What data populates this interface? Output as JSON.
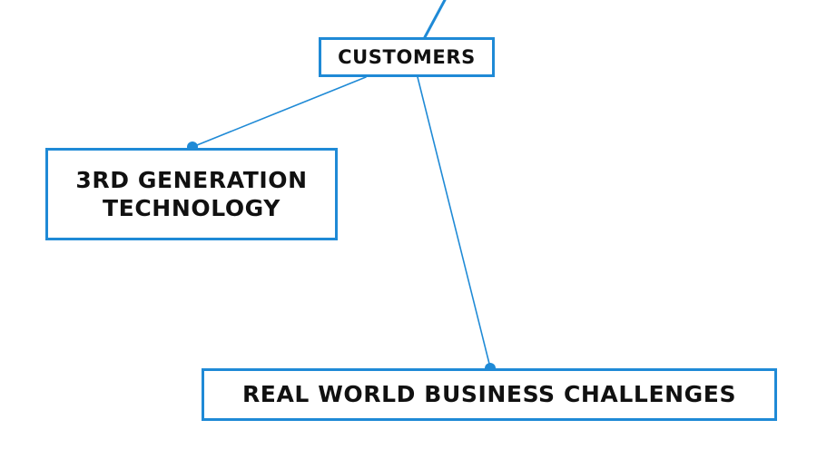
{
  "nodes": {
    "customers": "CUSTOMERS",
    "third_generation": {
      "line1": "3RD GENERATION",
      "line2": "TECHNOLOGY"
    },
    "real_world": "REAL WORLD BUSINESS CHALLENGES"
  },
  "colors": {
    "accent": "#1f8ad6",
    "text": "#111111",
    "background": "#ffffff"
  }
}
